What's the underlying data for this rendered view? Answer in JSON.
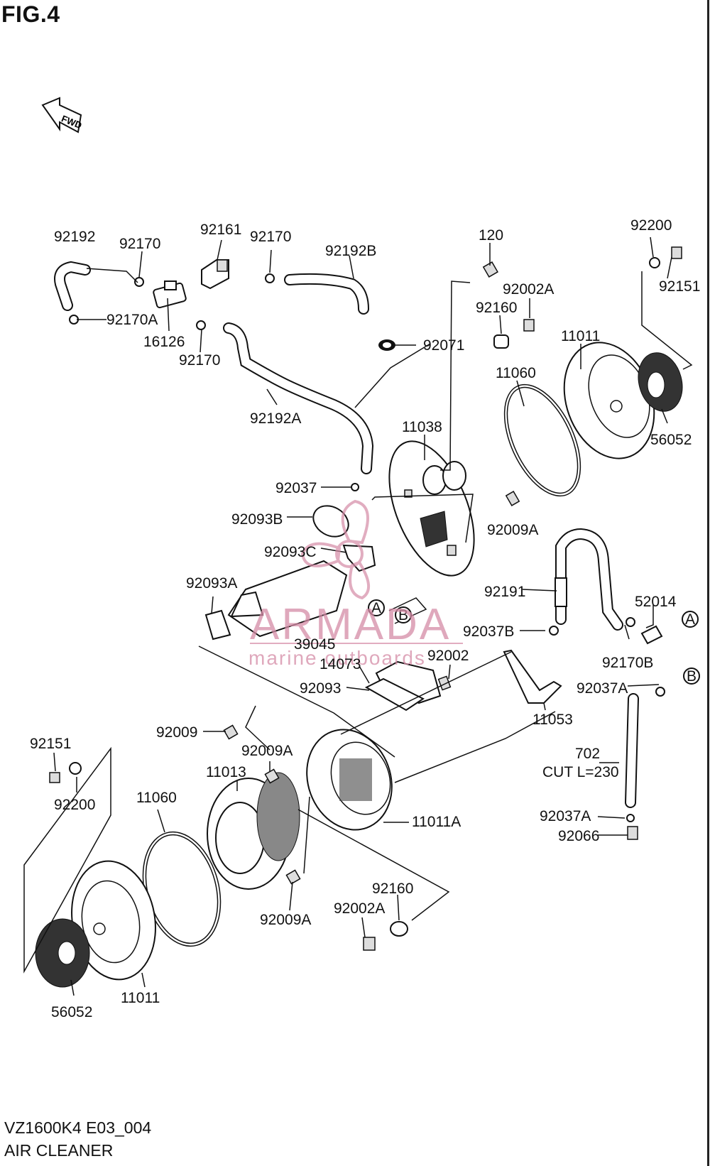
{
  "figure_title": "FIG.4",
  "footer": {
    "model_code": "VZ1600K4 E03_004",
    "section_title": "AIR CLEANER"
  },
  "direction_arrow": {
    "label": "FWD",
    "icon": "forward-arrow-icon"
  },
  "watermark": {
    "brand": "ARMADA",
    "tagline": "marine outboards"
  },
  "callouts": {
    "c_92192": "92192",
    "c_92170_a": "92170",
    "c_92161": "92161",
    "c_92170_b": "92170",
    "c_92192B": "92192B",
    "c_120": "120",
    "c_92200_top": "92200",
    "c_92151_top": "92151",
    "c_92002A_top": "92002A",
    "c_92160_top": "92160",
    "c_92170A": "92170A",
    "c_16126": "16126",
    "c_92170_c": "92170",
    "c_92071": "92071",
    "c_11011_top": "11011",
    "c_11060_top": "11060",
    "c_56052_top": "56052",
    "c_92192A": "92192A",
    "c_11038": "11038",
    "c_92037": "92037",
    "c_92093B": "92093B",
    "c_92009A_top": "92009A",
    "c_92093C": "92093C",
    "c_92093A": "92093A",
    "c_92191": "92191",
    "c_52014": "52014",
    "c_92037B": "92037B",
    "c_39045": "39045",
    "c_92002": "92002",
    "c_14073": "14073",
    "c_92170B": "92170B",
    "c_92037A": "92037A",
    "c_92093": "92093",
    "c_11053": "11053",
    "c_92009": "92009",
    "c_702": "702",
    "c_cut": "CUT L=230",
    "c_92151_bot": "92151",
    "c_92009A_mid": "92009A",
    "c_11013": "11013",
    "c_92200_bot": "92200",
    "c_11060_bot": "11060",
    "c_11011A": "11011A",
    "c_92037A_bot": "92037A",
    "c_92066": "92066",
    "c_92160_bot": "92160",
    "c_92002A_bot": "92002A",
    "c_92009A_bot": "92009A",
    "c_11011_bot": "11011",
    "c_56052_bot": "56052",
    "ref_A": "A",
    "ref_B": "B"
  }
}
